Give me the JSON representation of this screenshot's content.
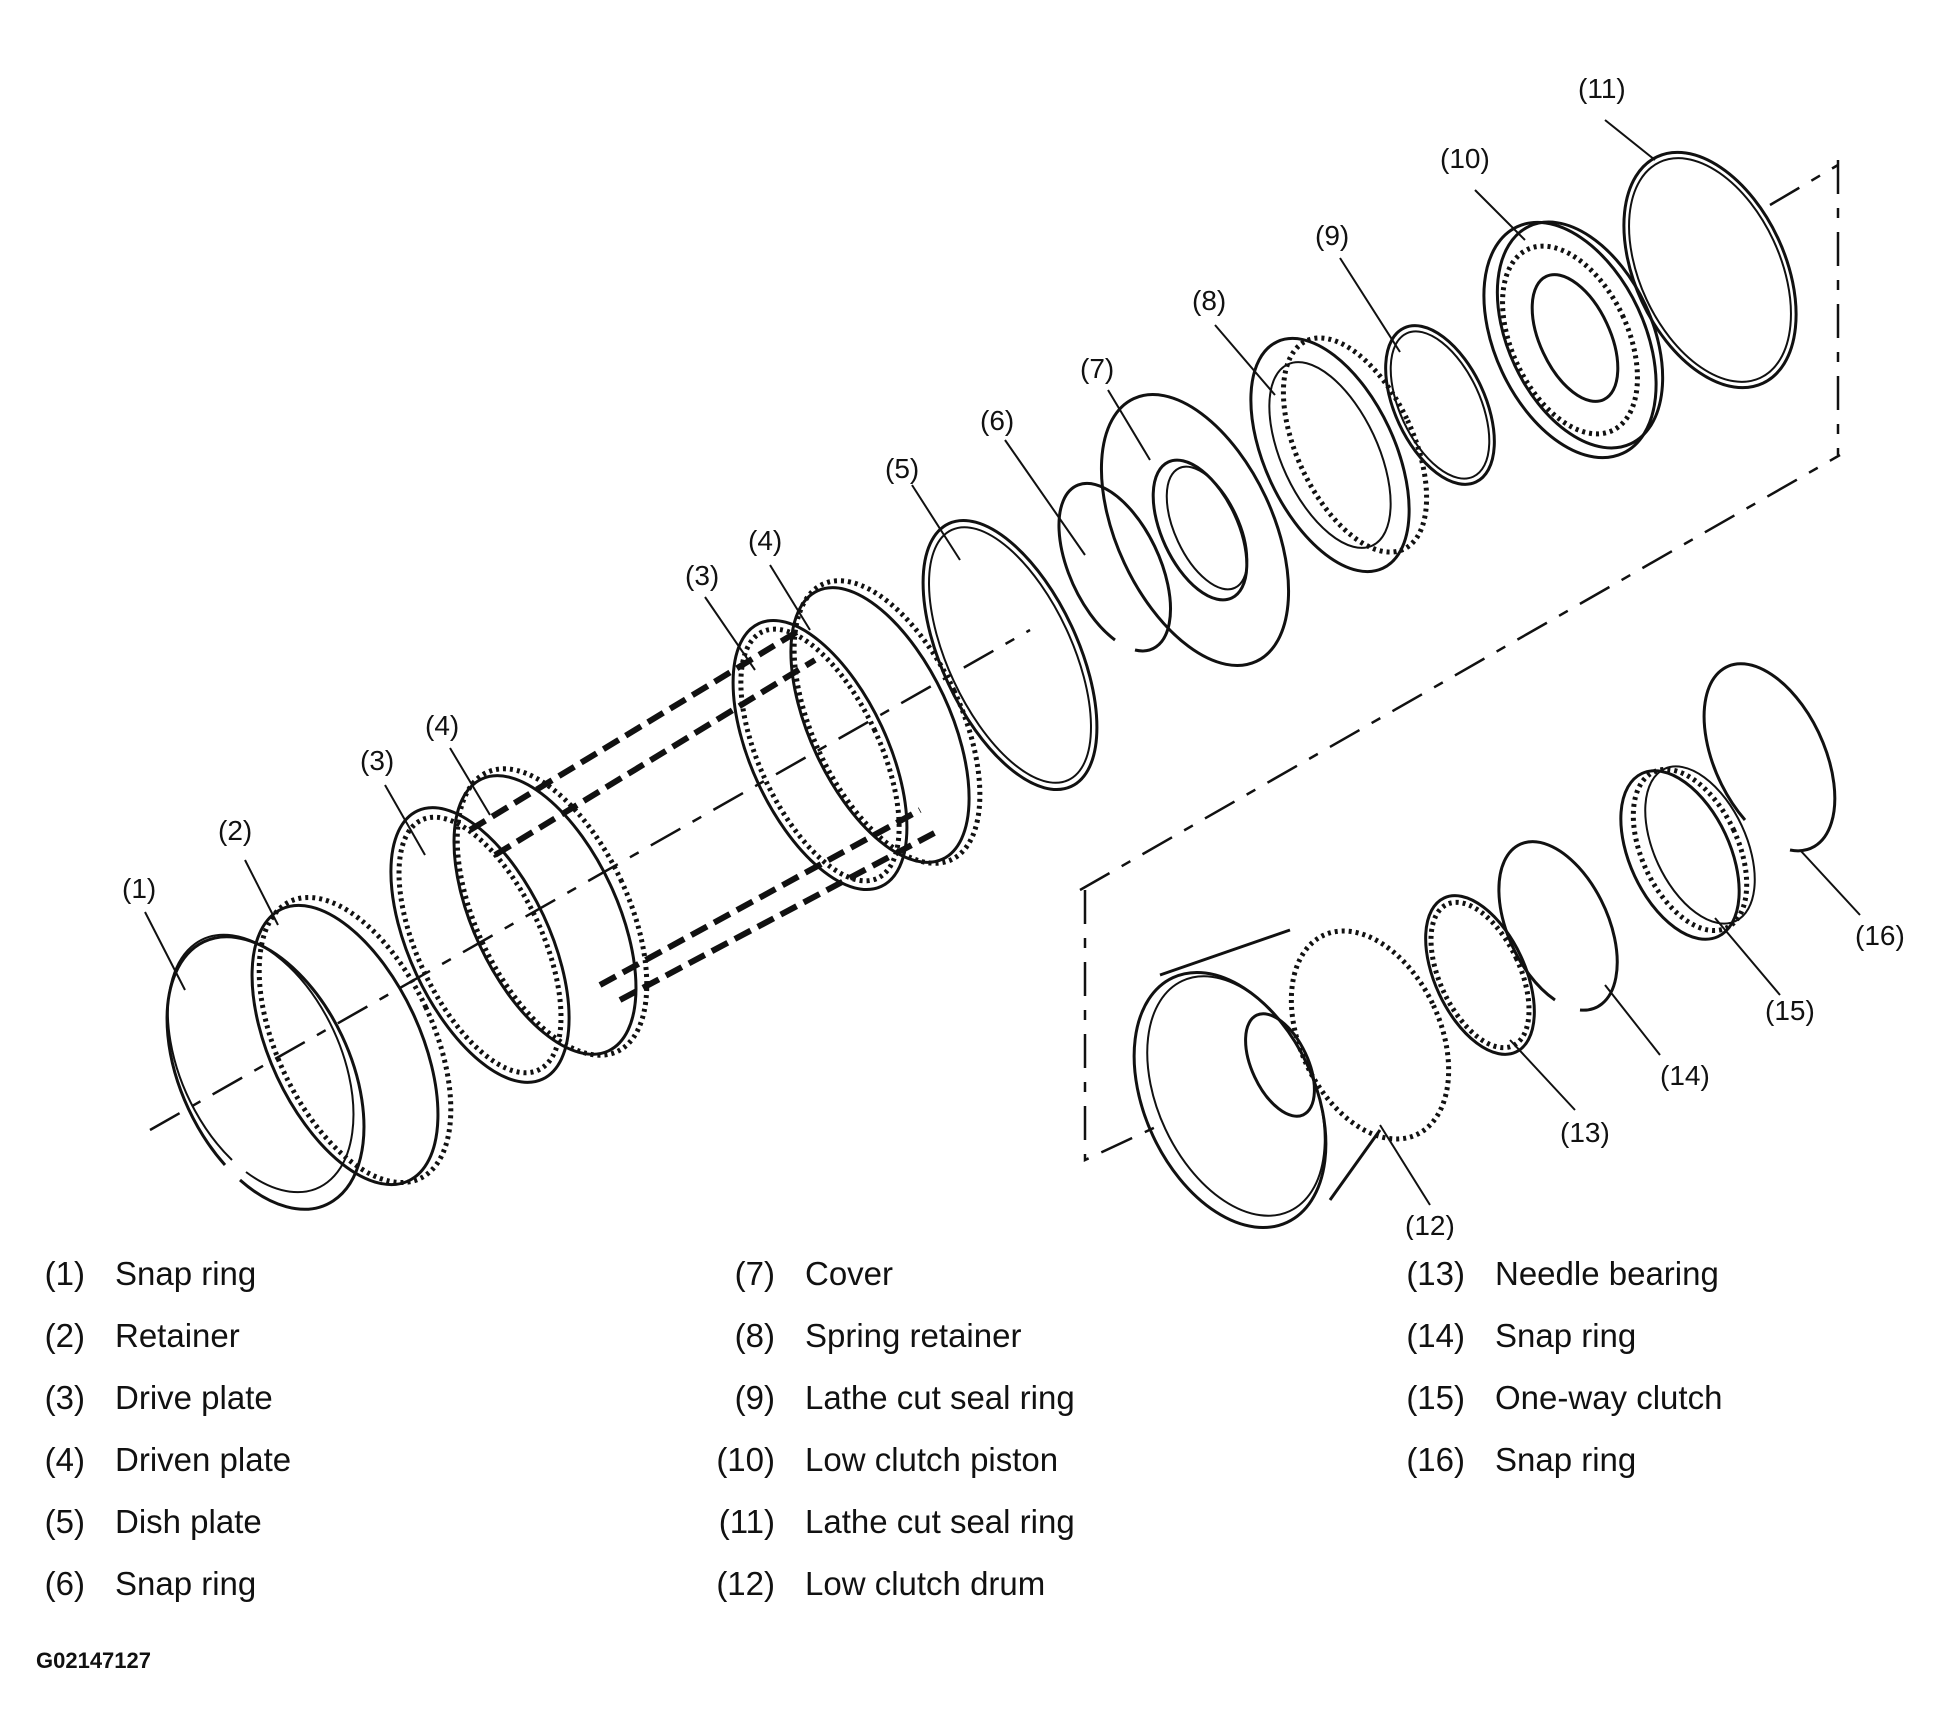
{
  "callouts": [
    "(1)",
    "(2)",
    "(3)",
    "(4)",
    "(3)",
    "(4)",
    "(5)",
    "(6)",
    "(7)",
    "(8)",
    "(9)",
    "(10)",
    "(11)",
    "(12)",
    "(13)",
    "(14)",
    "(15)",
    "(16)"
  ],
  "legend": {
    "col1": [
      {
        "num": "(1)",
        "label": "Snap ring"
      },
      {
        "num": "(2)",
        "label": "Retainer"
      },
      {
        "num": "(3)",
        "label": "Drive plate"
      },
      {
        "num": "(4)",
        "label": "Driven plate"
      },
      {
        "num": "(5)",
        "label": "Dish plate"
      },
      {
        "num": "(6)",
        "label": "Snap ring"
      }
    ],
    "col2": [
      {
        "num": "(7)",
        "label": "Cover"
      },
      {
        "num": "(8)",
        "label": "Spring retainer"
      },
      {
        "num": "(9)",
        "label": "Lathe cut seal ring"
      },
      {
        "num": "(10)",
        "label": "Low clutch piston"
      },
      {
        "num": "(11)",
        "label": "Lathe cut seal ring"
      },
      {
        "num": "(12)",
        "label": "Low clutch drum"
      }
    ],
    "col3": [
      {
        "num": "(13)",
        "label": "Needle bearing"
      },
      {
        "num": "(14)",
        "label": "Snap ring"
      },
      {
        "num": "(15)",
        "label": "One-way clutch"
      },
      {
        "num": "(16)",
        "label": "Snap ring"
      }
    ]
  },
  "figure_code": "G02147127"
}
